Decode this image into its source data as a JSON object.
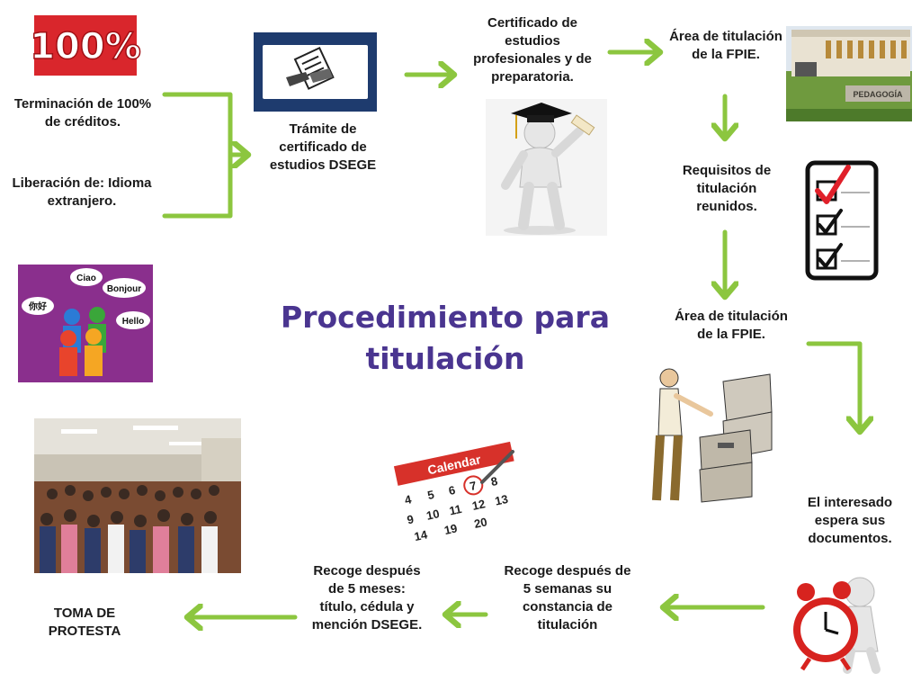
{
  "title": {
    "line1": "Procedimiento para",
    "line2": "titulación"
  },
  "steps": {
    "terminacion": "Terminación de 100% de créditos.",
    "liberacion": "Liberación de: Idioma extranjero.",
    "tramite": "Trámite de certificado de estudios DSEGE",
    "certificado": "Certificado de estudios profesionales y de preparatoria.",
    "area1": "Área de titulación de la FPIE.",
    "requisitos": "Requisitos de titulación reunidos.",
    "area2": "Área de titulación de la FPIE.",
    "espera": "El interesado espera sus documentos.",
    "recoge5semanas": "Recoge después  de 5 semanas  su constancia de titulación",
    "recoge5meses": "Recoge después de 5 meses: título, cédula y mención DSEGE.",
    "toma": "TOMA DE PROTESTA"
  },
  "images": {
    "badge100": "100%",
    "speech": [
      "Ciao",
      "Bonjour",
      "你好",
      "Hello"
    ],
    "building_sign": "PEDAGOGÍA",
    "calendar_heading": "Calendar",
    "calendar_numbers": [
      "4",
      "5",
      "6",
      "7",
      "8",
      "9",
      "10",
      "11",
      "12",
      "13",
      "14",
      "19",
      "20"
    ]
  },
  "colors": {
    "arrow": "#8cc63f",
    "title": "#4a3590",
    "badge": "#d9262c",
    "tick": "#e0202a"
  }
}
